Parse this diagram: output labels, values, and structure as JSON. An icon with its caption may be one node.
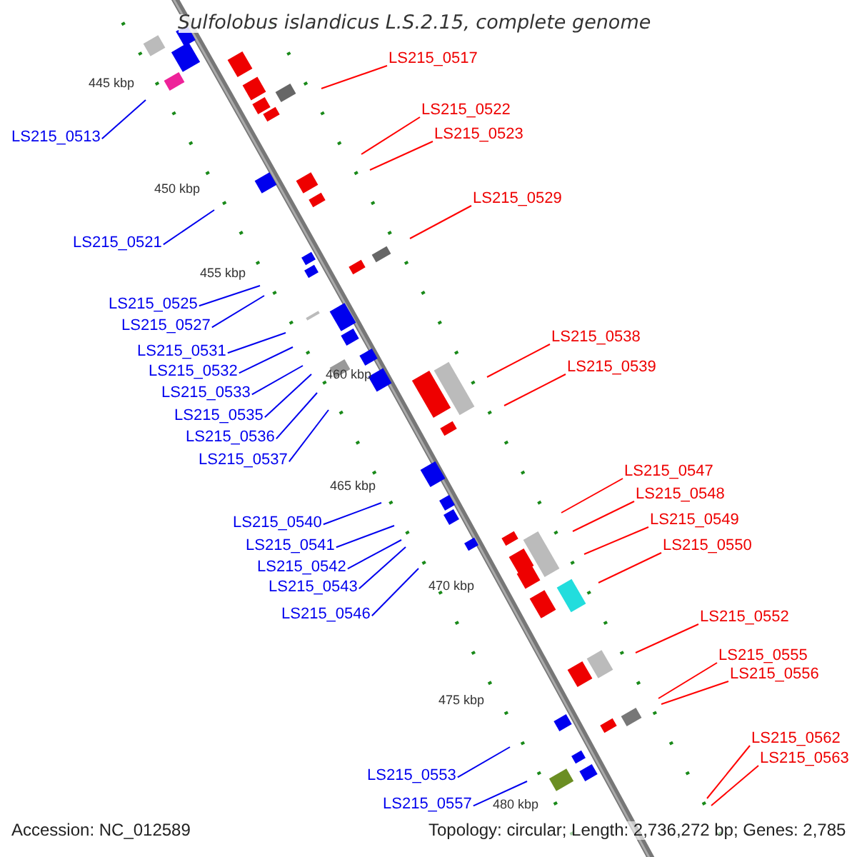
{
  "diagram": {
    "title": "Sulfolobus islandicus L.S.2.15, complete genome",
    "nodes": [
      {
        "text": [
          "LS215_0513"
        ]
      },
      {
        "text": [
          "LS215_0517"
        ]
      },
      {
        "text": [
          "LS215_0521"
        ]
      },
      {
        "text": [
          "LS215_0522"
        ]
      },
      {
        "text": [
          "LS215_0523"
        ]
      },
      {
        "text": [
          "LS215_0525"
        ]
      },
      {
        "text": [
          "LS215_0527"
        ]
      },
      {
        "text": [
          "LS215_0529"
        ]
      },
      {
        "text": [
          "LS215_0531"
        ]
      },
      {
        "text": [
          "LS215_0532"
        ]
      },
      {
        "text": [
          "LS215_0533"
        ]
      },
      {
        "text": [
          "LS215_0535"
        ]
      },
      {
        "text": [
          "LS215_0536"
        ]
      },
      {
        "text": [
          "LS215_0537"
        ]
      },
      {
        "text": [
          "LS215_0538"
        ]
      },
      {
        "text": [
          "LS215_0539"
        ]
      },
      {
        "text": [
          "LS215_0540"
        ]
      },
      {
        "text": [
          "LS215_0541"
        ]
      },
      {
        "text": [
          "LS215_0542"
        ]
      },
      {
        "text": [
          "LS215_0543"
        ]
      },
      {
        "text": [
          "LS215_0546"
        ]
      },
      {
        "text": [
          "LS215_0547"
        ]
      },
      {
        "text": [
          "LS215_0548"
        ]
      },
      {
        "text": [
          "LS215_0549"
        ]
      },
      {
        "text": [
          "LS215_0550"
        ]
      },
      {
        "text": [
          "LS215_0552"
        ]
      },
      {
        "text": [
          "LS215_0553"
        ]
      },
      {
        "text": [
          "LS215_0555"
        ]
      },
      {
        "text": [
          "LS215_0556"
        ]
      },
      {
        "text": [
          "LS215_0557"
        ]
      },
      {
        "text": [
          "LS215_0562"
        ]
      },
      {
        "text": [
          "LS215_0563"
        ]
      }
    ],
    "edges": [
      {
        "from": 0,
        "to": null,
        "arrow": "none"
      },
      {
        "from": 1,
        "to": null,
        "arrow": "none",
        "color": "#ff0000"
      },
      {
        "from": 2,
        "to": null,
        "arrow": "none"
      },
      {
        "from": 3,
        "to": null,
        "arrow": "none",
        "color": "#ff0000"
      },
      {
        "from": 4,
        "to": null,
        "arrow": "none",
        "color": "#ff0000"
      },
      {
        "from": 5,
        "to": null,
        "arrow": "none"
      },
      {
        "from": 6,
        "to": null,
        "arrow": "none"
      },
      {
        "from": 7,
        "to": null,
        "arrow": "none",
        "color": "#ff0000"
      },
      {
        "from": 8,
        "to": null,
        "arrow": "none"
      },
      {
        "from": 9,
        "to": null,
        "arrow": "none"
      },
      {
        "from": 10,
        "to": null,
        "arrow": "none"
      },
      {
        "from": 11,
        "to": null,
        "arrow": "none"
      },
      {
        "from": 12,
        "to": null,
        "arrow": "none"
      },
      {
        "from": 13,
        "to": null,
        "arrow": "none"
      },
      {
        "from": 14,
        "to": null,
        "arrow": "none",
        "color": "#ff0000"
      },
      {
        "from": 15,
        "to": null,
        "arrow": "none",
        "color": "#ff0000"
      },
      {
        "from": 16,
        "to": null,
        "arrow": "none"
      },
      {
        "from": 17,
        "to": null,
        "arrow": "none"
      },
      {
        "from": 18,
        "to": null,
        "arrow": "none"
      },
      {
        "from": 19,
        "to": null,
        "arrow": "none"
      },
      {
        "from": 20,
        "to": null,
        "arrow": "none"
      },
      {
        "from": 21,
        "to": null,
        "arrow": "none",
        "color": "#ff0000"
      },
      {
        "from": 22,
        "to": null,
        "arrow": "none",
        "color": "#ff0000"
      },
      {
        "from": 23,
        "to": null,
        "arrow": "none",
        "color": "#ff0000"
      },
      {
        "from": 24,
        "to": null,
        "arrow": "none",
        "color": "#ff0000"
      },
      {
        "from": 25,
        "to": null,
        "arrow": "none",
        "color": "#ff0000"
      },
      {
        "from": 26,
        "to": null,
        "arrow": "none"
      },
      {
        "from": 27,
        "to": null,
        "arrow": "none",
        "color": "#ff0000"
      },
      {
        "from": 28,
        "to": null,
        "arrow": "none",
        "color": "#ff0000"
      },
      {
        "from": 29,
        "to": null,
        "arrow": "none"
      },
      {
        "from": 30,
        "to": null,
        "arrow": "none",
        "color": "#ff0000"
      },
      {
        "from": 31,
        "to": null,
        "arrow": "none",
        "color": "#ff0000"
      }
    ],
    "labels": [
      "445 kbp",
      "450 kbp",
      "455 kbp",
      "460 kbp",
      "465 kbp",
      "470 kbp",
      "475 kbp",
      "480 kbp",
      "Accession: NC_012589",
      "Topology: circular; Length: 2,736,272 bp; Genes: 2,785"
    ]
  }
}
